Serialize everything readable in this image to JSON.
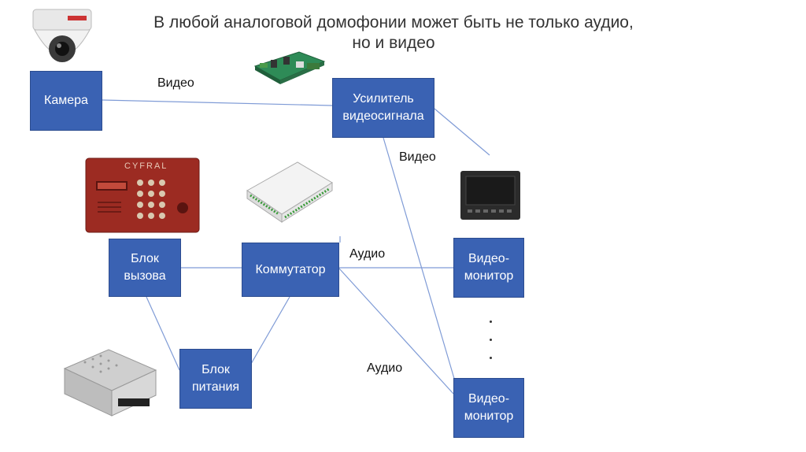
{
  "title": {
    "line1": "В любой аналоговой домофонии может быть не только аудио,",
    "line2": "но и видео"
  },
  "nodes": {
    "camera": "Камера",
    "amplifier_l1": "Усилитель",
    "amplifier_l2": "видеосигнала",
    "call_block_l1": "Блок",
    "call_block_l2": "вызова",
    "switch": "Коммутатор",
    "power_l1": "Блок",
    "power_l2": "питания",
    "monitor1_l1": "Видео-",
    "monitor1_l2": "монитор",
    "monitor2_l1": "Видео-",
    "monitor2_l2": "монитор"
  },
  "edge_labels": {
    "video1": "Видео",
    "video2": "Видео",
    "audio1": "Аудио",
    "audio2": "Аудио"
  },
  "images": {
    "camera": "dome-camera-icon",
    "amplifier": "circuit-board-icon",
    "call_panel_brand": "CYFRAL",
    "switch_device": "switch-device-icon",
    "monitor": "video-monitor-icon",
    "power_supply": "power-supply-icon"
  },
  "colors": {
    "box_fill": "#3a62b3",
    "wire": "#7f9bd6"
  }
}
